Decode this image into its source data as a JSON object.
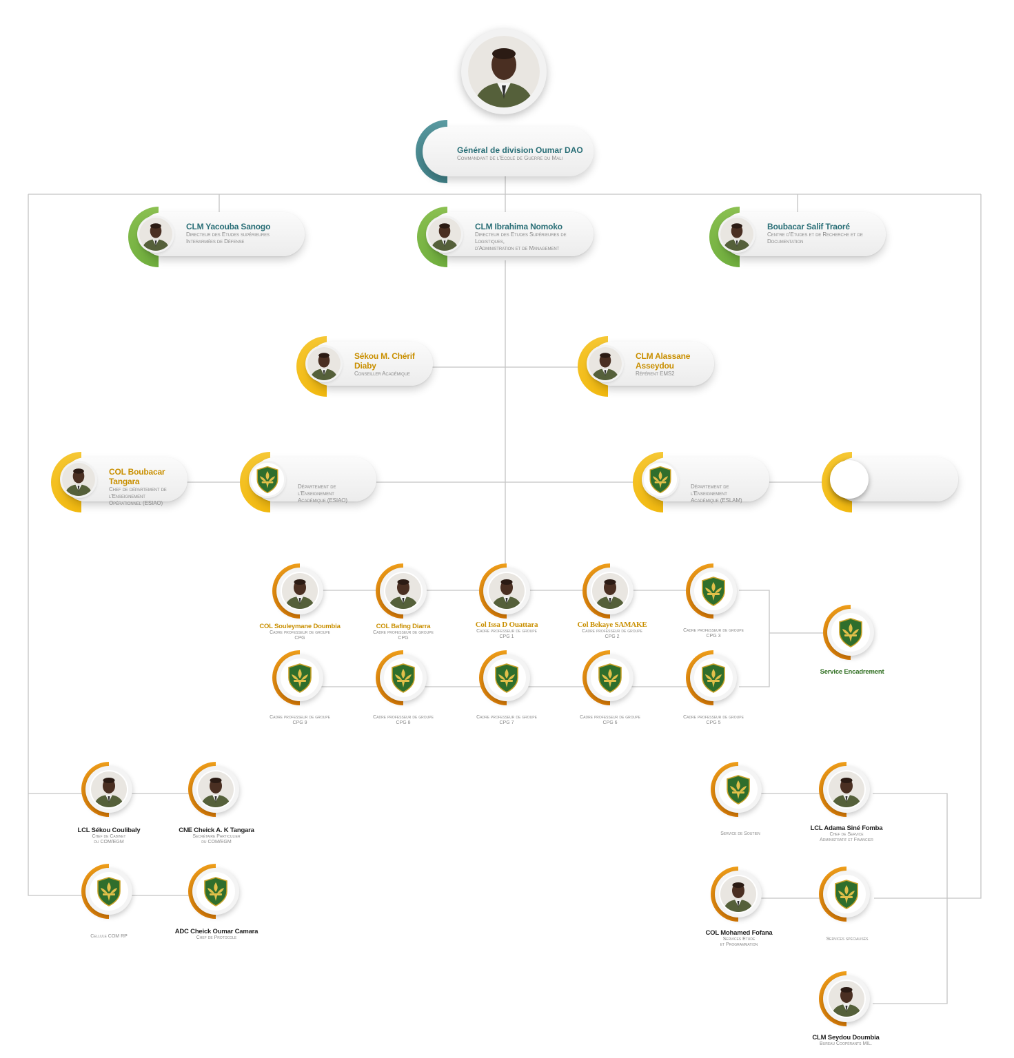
{
  "commander": {
    "name": "Général de division Oumar DAO",
    "role": "Commandant de l'Ecole de Guerre du Mali"
  },
  "directors": [
    {
      "name": "CLM Yacouba Sanogo",
      "role1": "Directeur des Etudes supérieures",
      "role2": "Interarmées de Défense"
    },
    {
      "name": "CLM Ibrahima Nomoko",
      "role1": "Directeur des Etudes Supérieures de Logistiques,",
      "role2": "d'Administration et de Management"
    },
    {
      "name": "Boubacar Salif Traoré",
      "role1": "Centre d'Etudes et de Recherche et de",
      "role2": "Documentation"
    }
  ],
  "advisors": [
    {
      "name": "Sékou M. Chérif Diaby",
      "role1": "Conseiller Académique"
    },
    {
      "name": "CLM Alassane Asseydou",
      "role1": "Référent EMS2"
    }
  ],
  "departments": [
    {
      "name": "COL Boubacar Tangara",
      "role1": "Chef de département de l'Enseignement",
      "role2": "Opérationnel (ESIAO)"
    },
    {
      "name": "",
      "role1": "Département de l'Enseignement",
      "role2": "Académique (ESIAO)"
    },
    {
      "name": "",
      "role1": "Département de l'Enseignement",
      "role2": "Académique (ESLAM)"
    }
  ],
  "cpg_row1": [
    {
      "name": "COL Souleymane Doumbia",
      "role": "Cadre professeur de groupe",
      "group": "CPG"
    },
    {
      "name": "COL Bafing Diarra",
      "role": "Cadre professeur de groupe",
      "group": "CPG"
    },
    {
      "name": "Col  Issa D Ouattara",
      "role": "Cadre professeur de groupe",
      "group": "CPG 1"
    },
    {
      "name": "Col  Bekaye SAMAKE",
      "role": "Cadre professeur de groupe",
      "group": "CPG 2"
    },
    {
      "name": "",
      "role": "Cadre professeur de groupe",
      "group": "CPG 3"
    }
  ],
  "cpg_row2": [
    {
      "name": "",
      "role": "Cadre professeur de groupe",
      "group": "CPG 9"
    },
    {
      "name": "",
      "role": "Cadre professeur de groupe",
      "group": "CPG 8"
    },
    {
      "name": "",
      "role": "Cadre professeur de groupe",
      "group": "CPG 7"
    },
    {
      "name": "",
      "role": "Cadre professeur de groupe",
      "group": "CPG 6"
    },
    {
      "name": "",
      "role": "Cadre professeur de groupe",
      "group": "CPG 5"
    }
  ],
  "service_encadrement": {
    "name": "Service Encadrement"
  },
  "cabinet": [
    {
      "name": "LCL Sékou Coulibaly",
      "role1": "Chef de Cabinet",
      "role2": "du COM/EGM"
    },
    {
      "name": "CNE Cheick A. K Tangara",
      "role1": "Secrétaire Particulier",
      "role2": "du COM/EGM"
    },
    {
      "name": "",
      "role1": "Cellule COM RP",
      "role2": ""
    },
    {
      "name": "ADC Cheick Oumar Camara",
      "role1": "Chef de Protocole",
      "role2": ""
    }
  ],
  "services": [
    {
      "name": "",
      "role1": "Service de Soutien",
      "role2": ""
    },
    {
      "name": "LCL Adama Siné Fomba",
      "role1": "Chef de Service",
      "role2": "Administratif et Financier"
    },
    {
      "name": "COL Mohamed Fofana",
      "role1": "Services Etude",
      "role2": "et Programmation"
    },
    {
      "name": "",
      "role1": "Services spécialisés",
      "role2": ""
    },
    {
      "name": "CLM Seydou Doumbia",
      "role1": "Bureau Coopérants MIL.",
      "role2": ""
    }
  ]
}
